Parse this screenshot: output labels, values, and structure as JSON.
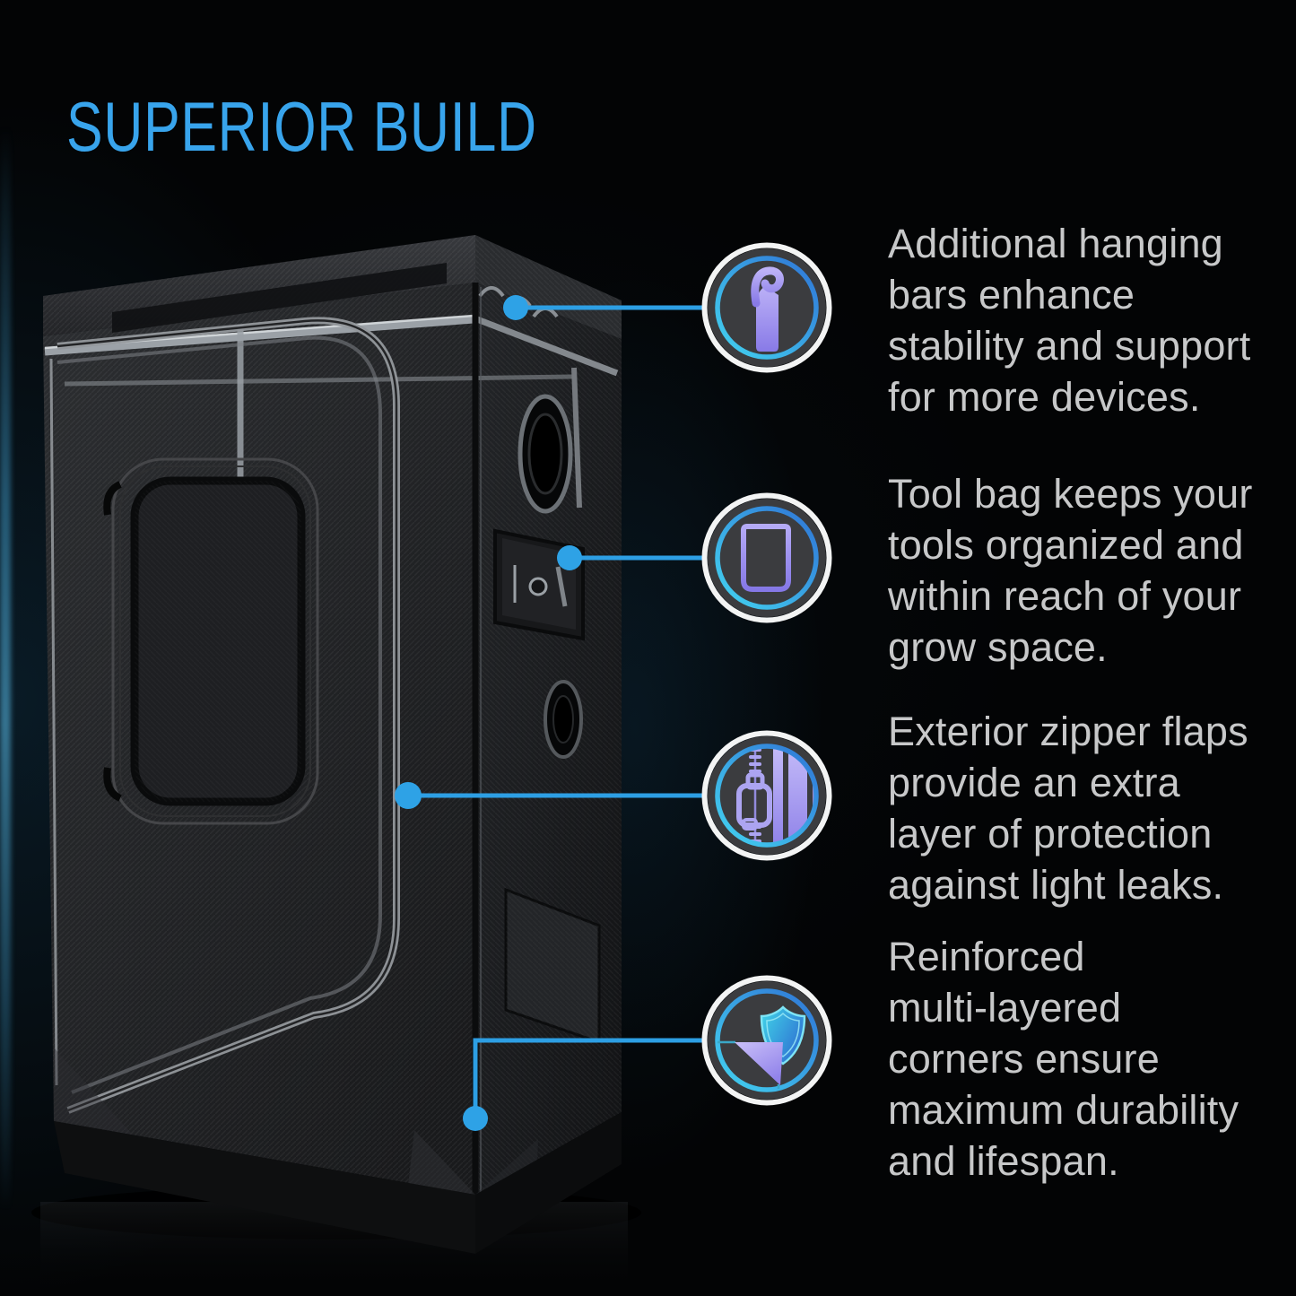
{
  "title": "SUPERIOR BUILD",
  "colors": {
    "title_blue": "#38a4ec",
    "callout_line_blue": "#2d9fe4",
    "icon_purple": "#a89bf0",
    "icon_cyan": "#3fd0ee",
    "ring_white": "#f3f4f4",
    "body_text_gray": "#c7c8c9",
    "background_black": "#030405"
  },
  "features": [
    {
      "icon": "hanging-hook-icon",
      "text": "Additional hanging bars enhance stability and support for more devices.",
      "lines": [
        "Additional hanging",
        "bars enhance",
        "stability and support",
        "for more devices."
      ]
    },
    {
      "icon": "tool-bag-icon",
      "text": "Tool bag keeps your tools organized and within reach of your grow space.",
      "lines": [
        "Tool bag keeps your",
        "tools organized and",
        "within reach of your",
        "grow space."
      ]
    },
    {
      "icon": "zipper-flap-icon",
      "text": "Exterior zipper flaps provide an extra layer of protection against light leaks.",
      "lines": [
        "Exterior zipper flaps",
        "provide an extra",
        "layer of protection",
        "against light leaks."
      ]
    },
    {
      "icon": "shield-corner-icon",
      "text": "Reinforced multi-layered corners ensure maximum durability and lifespan.",
      "lines": [
        "Reinforced",
        "multi-layered",
        "corners ensure",
        "maximum durability",
        "and lifespan."
      ]
    }
  ]
}
